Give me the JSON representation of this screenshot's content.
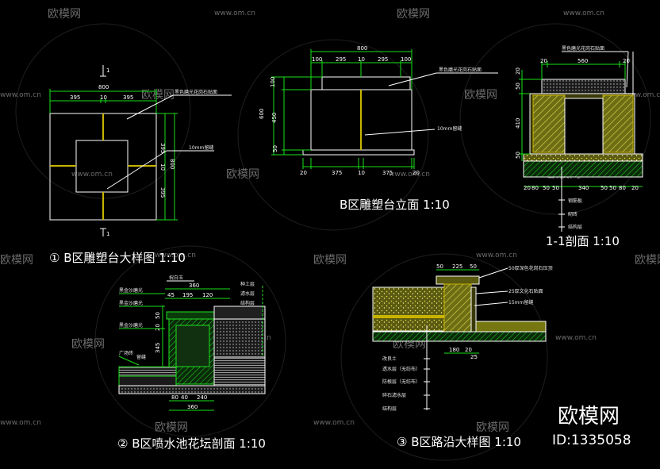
{
  "watermark": {
    "site": "www.om.cn",
    "brand": "欧模网",
    "logo_big": "欧模网",
    "id": "ID:1335058"
  },
  "drawing1": {
    "title": "① B区雕塑台大样图 1:10",
    "dims_top": [
      "800",
      "395",
      "10",
      "395"
    ],
    "dims_right": [
      "395",
      "10",
      "395",
      "800"
    ],
    "section_mark": "1",
    "note_stone": "黑色磨光花岗石贴面",
    "note_joint": "10mm留缝"
  },
  "drawing2": {
    "title": "B区雕塑台立面 1:10",
    "dims_top": [
      "800",
      "100",
      "295",
      "10",
      "295",
      "100"
    ],
    "dims_left": [
      "100",
      "450",
      "600",
      "50"
    ],
    "dims_bottom": [
      "20",
      "375",
      "10",
      "375",
      "20"
    ],
    "note_stone": "黑色磨光花岗石贴面",
    "note_joint": "10mm留缝"
  },
  "drawing3": {
    "title": "1-1剖面 1:10",
    "dims_top": [
      "20",
      "560",
      "20"
    ],
    "dims_left": [
      "20",
      "50",
      "410",
      "50"
    ],
    "dims_bottom": [
      "20",
      "80",
      "50",
      "50",
      "340",
      "50",
      "50",
      "80",
      "20"
    ],
    "note_stone": "黑色磨光花岗石贴面",
    "layers": [
      "钢筋板",
      "砌砖",
      "结构层"
    ]
  },
  "drawing4": {
    "title": "② B区喷水池花坛剖面 1:10",
    "top_label": "祝白玉",
    "dims_top": [
      "360",
      "45",
      "195",
      "120"
    ],
    "dims_left": [
      "50",
      "20",
      "345"
    ],
    "dims_bottom": [
      "80",
      "40",
      "240",
      "360"
    ],
    "left_notes": [
      "黑金沙磨光",
      "黑金沙磨光",
      "黑金沙磨光",
      "广场砖",
      "留缝"
    ],
    "right_notes": [
      "种土层",
      "滤水层",
      "结构层"
    ]
  },
  "drawing5": {
    "title": "③ B区路沿大样图 1:10",
    "dims_top": [
      "50",
      "225",
      "50"
    ],
    "notes_right": [
      "50厚深色花岗石压顶",
      "25厚文化石贴面",
      "15mm留缝"
    ],
    "dims_bottom": [
      "180",
      "20",
      "25"
    ],
    "layers": [
      "改良土",
      "透水层（无纺布）",
      "防根层（无纺布）",
      "碎石滤水层",
      "结构层"
    ]
  }
}
